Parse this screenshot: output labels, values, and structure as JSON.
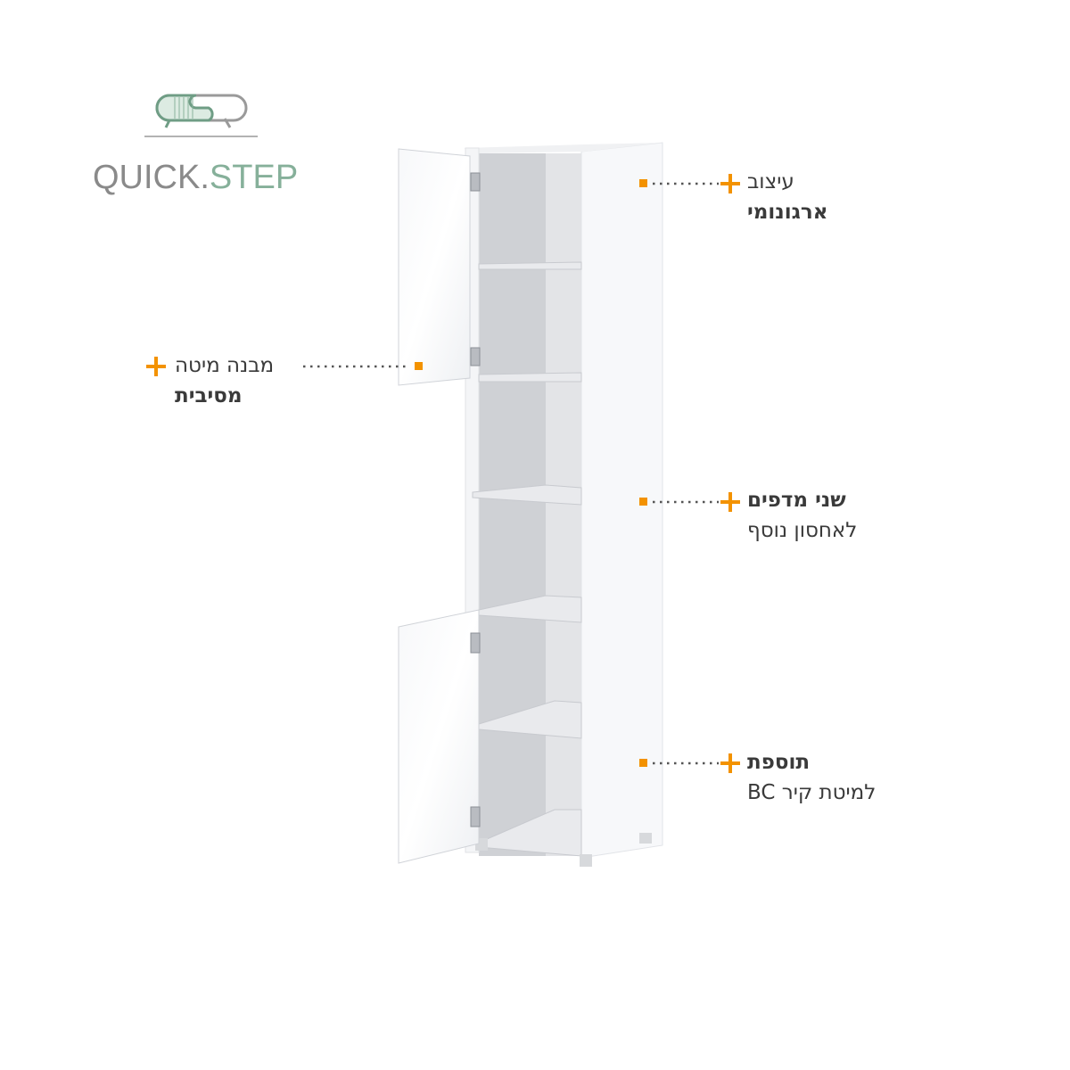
{
  "brand": {
    "name_left": "QUICK",
    "dot": ".",
    "name_right": "STEP",
    "logo_alt": "QS"
  },
  "colors": {
    "accent": "#f39200",
    "brand_green": "#86b09a",
    "brand_gray": "#8a8a8a",
    "text": "#3a3a3a"
  },
  "callouts": [
    {
      "line1": "עיצוב",
      "line2": "ארגונומי",
      "bold_line": 2
    },
    {
      "line1": "מבנה מיטה",
      "line2": "מסיבית",
      "bold_line": 2
    },
    {
      "line1": "שני מדפים",
      "line2": "לאחסון נוסף",
      "bold_line": 1
    },
    {
      "line1": "תוספת",
      "line2": "למיטת קיר BC",
      "bold_line": 1
    }
  ]
}
